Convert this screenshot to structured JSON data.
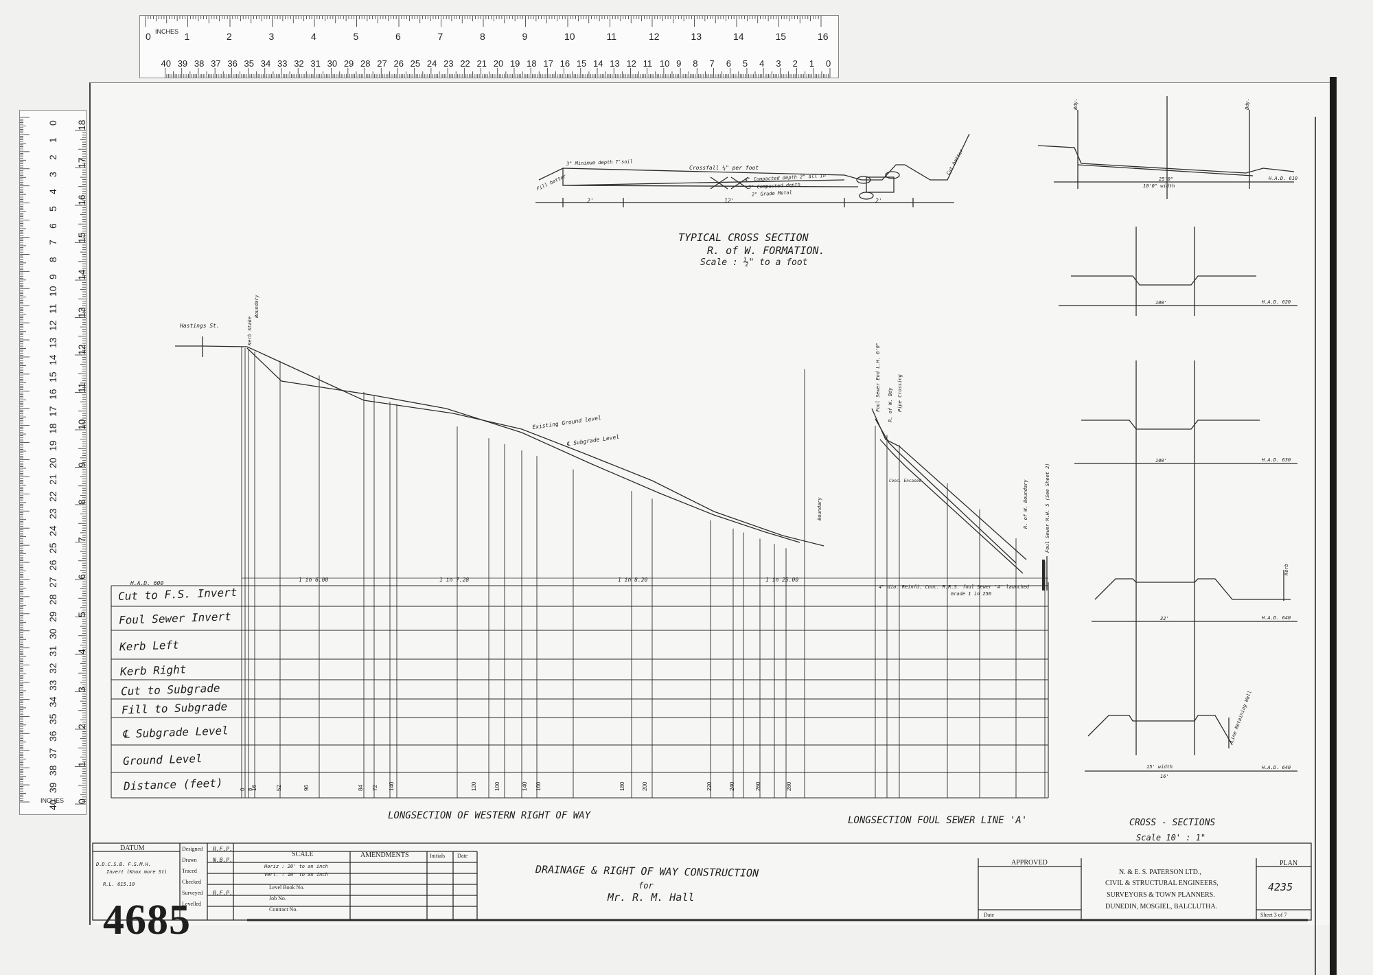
{
  "sheet_number": "4685",
  "ruler_top": {
    "unit_label": "INCHES",
    "inch_labels": [
      "0",
      "1",
      "2",
      "3",
      "4",
      "5",
      "6",
      "7",
      "8",
      "9",
      "10",
      "11",
      "12",
      "13",
      "14",
      "15",
      "16"
    ],
    "cm_labels": [
      "0",
      "1",
      "2",
      "3",
      "4",
      "5",
      "6",
      "7",
      "8",
      "9",
      "10",
      "11",
      "12",
      "13",
      "14",
      "15",
      "16",
      "17",
      "18",
      "19",
      "20",
      "21",
      "22",
      "23",
      "24",
      "25",
      "26",
      "27",
      "28",
      "29",
      "30",
      "31",
      "32",
      "33",
      "34",
      "35",
      "36",
      "37",
      "38",
      "39",
      "40"
    ]
  },
  "ruler_left": {
    "unit_label": "INCHES",
    "inch_labels": [
      "0",
      "1",
      "2",
      "3",
      "4",
      "5",
      "6",
      "7",
      "8",
      "9",
      "10",
      "11",
      "12",
      "13",
      "14",
      "15",
      "16",
      "17",
      "18"
    ],
    "cm_labels": [
      "0",
      "1",
      "2",
      "3",
      "4",
      "5",
      "6",
      "7",
      "8",
      "9",
      "10",
      "11",
      "12",
      "13",
      "14",
      "15",
      "16",
      "17",
      "18",
      "19",
      "20",
      "21",
      "22",
      "23",
      "24",
      "25",
      "26",
      "27",
      "28",
      "29",
      "30",
      "31",
      "32",
      "33",
      "34",
      "35",
      "36",
      "37",
      "38",
      "39",
      "40"
    ]
  },
  "typical_section": {
    "title_line1": "TYPICAL   CROSS SECTION",
    "title_line2": "R. of W. FORMATION.",
    "scale": "Scale : ½\" to a foot",
    "notes": [
      "3\" Minimum depth T'soil",
      "Crossfall ¼\" per foot",
      "4\" Compacted depth 2\" all in",
      "3\" Compacted depth",
      "2\" Grade Metal",
      "Cut batter",
      "Fill batter"
    ],
    "dims": [
      "2'",
      "12'",
      "2'"
    ]
  },
  "longsection": {
    "had": "H.A.D. 600",
    "labels": [
      "Hastings St.",
      "Boundary",
      "Kerb Stake",
      "Existing Ground level",
      "℄ Subgrade Level",
      "Boundary"
    ],
    "grades": [
      "1 in 6.00",
      "1 in 7.28",
      "1 in 8.20",
      "1 in 25.00"
    ],
    "row_labels": [
      "Cut to F.S. Invert",
      "Foul Sewer Invert",
      "Kerb Left",
      "Kerb Right",
      "Cut to Subgrade",
      "Fill to Subgrade",
      "℄ Subgrade Level",
      "Ground Level",
      "Distance (feet)"
    ],
    "distances": [
      "0",
      "8",
      "16",
      "52",
      "96",
      "84",
      "72",
      "140",
      "120",
      "100",
      "140",
      "160",
      "180",
      "200",
      "220",
      "240",
      "260",
      "280"
    ],
    "title": "LONGSECTION  OF  WESTERN  RIGHT  OF  WAY"
  },
  "sewer": {
    "labels": [
      "Foul Sewer End L.H. 6'0\"",
      "R. of W. Bdy",
      "Pipe Crossing",
      "Conc. Encased",
      "R. of W. Boundary",
      "Foul Sewer M.H. 5 (See Sheet 2)"
    ],
    "note": "4\" dia. Reinfd. Conc. R.R.S. foul Sewer 'A' launched",
    "grade": "Grade 1 in 250",
    "title": "LONGSECTION  FOUL  SEWER  LINE  'A'"
  },
  "cross_sections": {
    "title": "CROSS - SECTIONS",
    "scale": "Scale  10' : 1\"",
    "labels": [
      "H.A.D. 610",
      "H.A.D. 620",
      "H.A.D. 630",
      "H.A.D. 640",
      "H.A.D. 640",
      "Bdy.",
      "Bdy.",
      "10'0\" width",
      "15' width",
      "16'",
      "Kerb",
      "Line Retaining Wall"
    ],
    "widths": [
      "25'0\"",
      "100'",
      "100'",
      "32'"
    ]
  },
  "title_block": {
    "datum_head": "DATUM",
    "datum_text": [
      "D.D.C.S.B. F.S.M.H.",
      "Invert (Knox more St)",
      "R.L. 615.10"
    ],
    "roles": [
      "Designed",
      "Drawn",
      "Traced",
      "Checked",
      "Surveyed",
      "Levelled"
    ],
    "role_values": [
      "R.F.P.",
      "N.B.P.",
      "",
      "",
      "R.F.P.",
      ""
    ],
    "scale_head": "SCALE",
    "scale_lines": [
      "Horiz : 20' to an inch",
      "Vert. : 10' to an inch"
    ],
    "amend_head": "AMENDMENTS",
    "initials": "Initials",
    "date": "Date",
    "book_fields": [
      "Level Book No.",
      "Job No.",
      "Contract No."
    ],
    "title_line1": "DRAINAGE   &   RIGHT  OF  WAY  CONSTRUCTION",
    "title_line2": "for",
    "title_line3": "Mr. R. M. Hall",
    "approved": "APPROVED",
    "approved_date": "Date",
    "firm": [
      "N. & E. S. PATERSON LTD.,",
      "CIVIL & STRUCTURAL ENGINEERS,",
      "SURVEYORS & TOWN PLANNERS.",
      "DUNEDIN, MOSGIEL, BALCLUTHA."
    ],
    "plan_head": "PLAN",
    "plan_no": "4235",
    "sheet": "Sheet 3 of 7"
  }
}
